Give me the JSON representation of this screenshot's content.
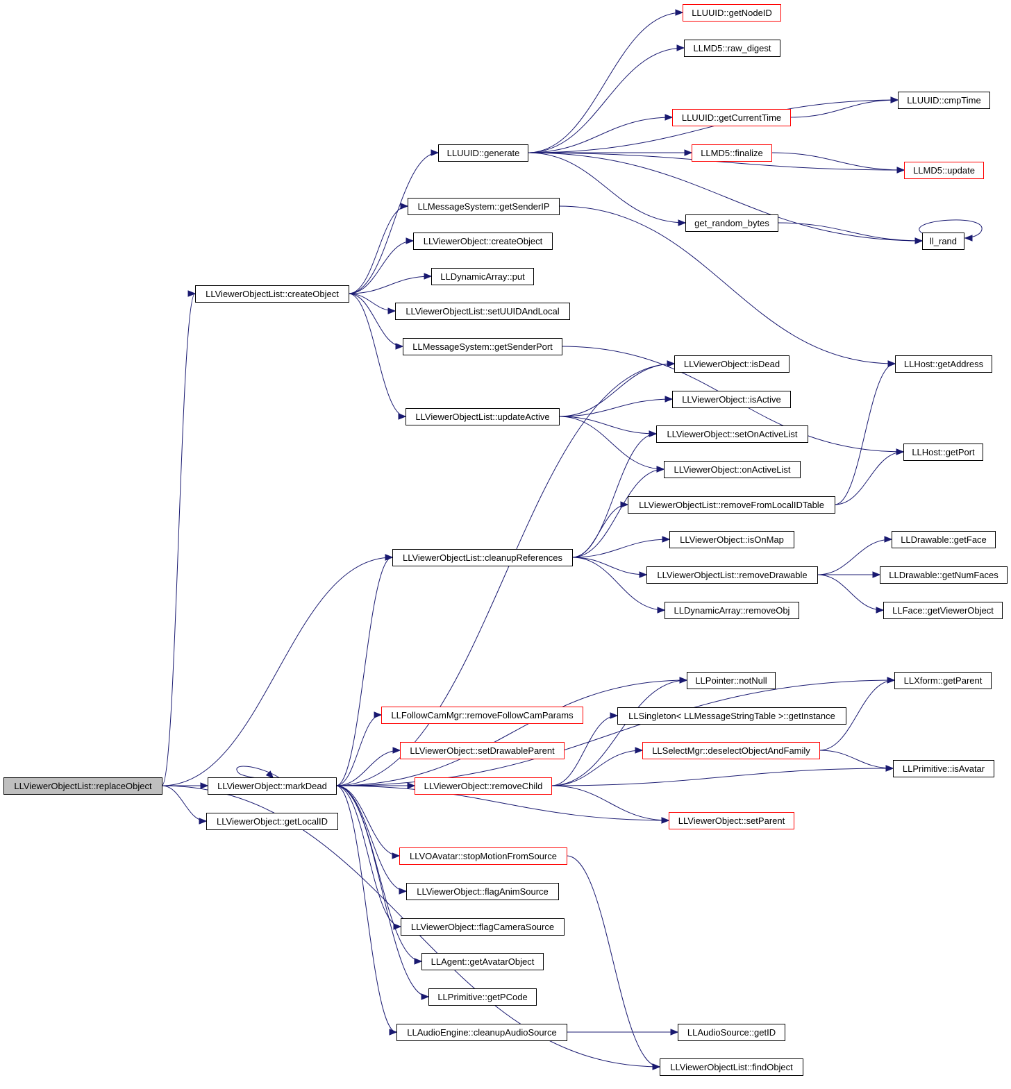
{
  "colors": {
    "edge": "#191970",
    "border_normal": "#000000",
    "border_external": "#ff0000",
    "fill_normal": "#ffffff",
    "fill_root": "#bfbfbf"
  },
  "nodes": [
    {
      "id": "root",
      "label": "LLViewerObjectList::replaceObject",
      "style": "root"
    },
    {
      "id": "createObjectList",
      "label": "LLViewerObjectList::createObject",
      "style": "normal"
    },
    {
      "id": "markDead",
      "label": "LLViewerObject::markDead",
      "style": "normal"
    },
    {
      "id": "getLocalID",
      "label": "LLViewerObject::getLocalID",
      "style": "normal"
    },
    {
      "id": "cleanupRefs",
      "label": "LLViewerObjectList::cleanupReferences",
      "style": "normal"
    },
    {
      "id": "findObject",
      "label": "LLViewerObjectList::findObject",
      "style": "normal"
    },
    {
      "id": "uuidGenerate",
      "label": "LLUUID::generate",
      "style": "normal"
    },
    {
      "id": "getSenderIP",
      "label": "LLMessageSystem::getSenderIP",
      "style": "normal"
    },
    {
      "id": "voCreateObject",
      "label": "LLViewerObject::createObject",
      "style": "normal"
    },
    {
      "id": "dynPut",
      "label": "LLDynamicArray::put",
      "style": "normal"
    },
    {
      "id": "setUUIDAndLocal",
      "label": "LLViewerObjectList::setUUIDAndLocal",
      "style": "normal"
    },
    {
      "id": "getSenderPort",
      "label": "LLMessageSystem::getSenderPort",
      "style": "normal"
    },
    {
      "id": "updateActive",
      "label": "LLViewerObjectList::updateActive",
      "style": "normal"
    },
    {
      "id": "getNodeID",
      "label": "LLUUID::getNodeID",
      "style": "external"
    },
    {
      "id": "rawDigest",
      "label": "LLMD5::raw_digest",
      "style": "normal"
    },
    {
      "id": "cmpTime",
      "label": "LLUUID::cmpTime",
      "style": "normal"
    },
    {
      "id": "getCurrentTime",
      "label": "LLUUID::getCurrentTime",
      "style": "external"
    },
    {
      "id": "md5Finalize",
      "label": "LLMD5::finalize",
      "style": "external"
    },
    {
      "id": "md5Update",
      "label": "LLMD5::update",
      "style": "external"
    },
    {
      "id": "getRandomBytes",
      "label": "get_random_bytes",
      "style": "normal"
    },
    {
      "id": "llRand",
      "label": "ll_rand",
      "style": "normal"
    },
    {
      "id": "hostGetAddress",
      "label": "LLHost::getAddress",
      "style": "normal"
    },
    {
      "id": "hostGetPort",
      "label": "LLHost::getPort",
      "style": "normal"
    },
    {
      "id": "isDead",
      "label": "LLViewerObject::isDead",
      "style": "normal"
    },
    {
      "id": "isActive",
      "label": "LLViewerObject::isActive",
      "style": "normal"
    },
    {
      "id": "setOnActiveList",
      "label": "LLViewerObject::setOnActiveList",
      "style": "normal"
    },
    {
      "id": "onActiveList",
      "label": "LLViewerObject::onActiveList",
      "style": "normal"
    },
    {
      "id": "removeFromLocalIDTable",
      "label": "LLViewerObjectList::removeFromLocalIDTable",
      "style": "normal"
    },
    {
      "id": "isOnMap",
      "label": "LLViewerObject::isOnMap",
      "style": "normal"
    },
    {
      "id": "removeDrawable",
      "label": "LLViewerObjectList::removeDrawable",
      "style": "normal"
    },
    {
      "id": "removeObj",
      "label": "LLDynamicArray::removeObj",
      "style": "normal"
    },
    {
      "id": "getFace",
      "label": "LLDrawable::getFace",
      "style": "normal"
    },
    {
      "id": "getNumFaces",
      "label": "LLDrawable::getNumFaces",
      "style": "normal"
    },
    {
      "id": "getViewerObject",
      "label": "LLFace::getViewerObject",
      "style": "normal"
    },
    {
      "id": "notNull",
      "label": "LLPointer::notNull",
      "style": "normal"
    },
    {
      "id": "xformGetParent",
      "label": "LLXform::getParent",
      "style": "normal"
    },
    {
      "id": "removeFollowCam",
      "label": "LLFollowCamMgr::removeFollowCamParams",
      "style": "external"
    },
    {
      "id": "singletonGetInstance",
      "label": "LLSingleton< LLMessageStringTable >::getInstance",
      "style": "normal"
    },
    {
      "id": "setDrawableParent",
      "label": "LLViewerObject::setDrawableParent",
      "style": "external"
    },
    {
      "id": "deselectObjectAndFamily",
      "label": "LLSelectMgr::deselectObjectAndFamily",
      "style": "external"
    },
    {
      "id": "removeChild",
      "label": "LLViewerObject::removeChild",
      "style": "external"
    },
    {
      "id": "isAvatar",
      "label": "LLPrimitive::isAvatar",
      "style": "normal"
    },
    {
      "id": "setParent",
      "label": "LLViewerObject::setParent",
      "style": "external"
    },
    {
      "id": "stopMotionFromSource",
      "label": "LLVOAvatar::stopMotionFromSource",
      "style": "external"
    },
    {
      "id": "flagAnimSource",
      "label": "LLViewerObject::flagAnimSource",
      "style": "normal"
    },
    {
      "id": "flagCameraSource",
      "label": "LLViewerObject::flagCameraSource",
      "style": "normal"
    },
    {
      "id": "getAvatarObject",
      "label": "LLAgent::getAvatarObject",
      "style": "normal"
    },
    {
      "id": "getPCode",
      "label": "LLPrimitive::getPCode",
      "style": "normal"
    },
    {
      "id": "cleanupAudioSource",
      "label": "LLAudioEngine::cleanupAudioSource",
      "style": "normal"
    },
    {
      "id": "audioGetID",
      "label": "LLAudioSource::getID",
      "style": "normal"
    }
  ],
  "edges": [
    {
      "from": "root",
      "to": "createObjectList"
    },
    {
      "from": "root",
      "to": "cleanupRefs"
    },
    {
      "from": "root",
      "to": "markDead"
    },
    {
      "from": "root",
      "to": "getLocalID"
    },
    {
      "from": "root",
      "to": "findObject"
    },
    {
      "from": "createObjectList",
      "to": "uuidGenerate"
    },
    {
      "from": "createObjectList",
      "to": "getSenderIP"
    },
    {
      "from": "createObjectList",
      "to": "voCreateObject"
    },
    {
      "from": "createObjectList",
      "to": "dynPut"
    },
    {
      "from": "createObjectList",
      "to": "setUUIDAndLocal"
    },
    {
      "from": "createObjectList",
      "to": "getSenderPort"
    },
    {
      "from": "createObjectList",
      "to": "updateActive"
    },
    {
      "from": "uuidGenerate",
      "to": "getNodeID"
    },
    {
      "from": "uuidGenerate",
      "to": "rawDigest"
    },
    {
      "from": "uuidGenerate",
      "to": "cmpTime"
    },
    {
      "from": "uuidGenerate",
      "to": "getCurrentTime"
    },
    {
      "from": "uuidGenerate",
      "to": "md5Finalize"
    },
    {
      "from": "uuidGenerate",
      "to": "md5Update"
    },
    {
      "from": "uuidGenerate",
      "to": "getRandomBytes"
    },
    {
      "from": "uuidGenerate",
      "to": "llRand"
    },
    {
      "from": "getCurrentTime",
      "to": "cmpTime"
    },
    {
      "from": "md5Finalize",
      "to": "md5Update"
    },
    {
      "from": "getRandomBytes",
      "to": "llRand"
    },
    {
      "from": "llRand",
      "to": "llRand"
    },
    {
      "from": "getSenderIP",
      "to": "hostGetAddress"
    },
    {
      "from": "getSenderPort",
      "to": "hostGetPort"
    },
    {
      "from": "updateActive",
      "to": "isDead"
    },
    {
      "from": "updateActive",
      "to": "isActive"
    },
    {
      "from": "updateActive",
      "to": "setOnActiveList"
    },
    {
      "from": "updateActive",
      "to": "onActiveList"
    },
    {
      "from": "cleanupRefs",
      "to": "setOnActiveList"
    },
    {
      "from": "cleanupRefs",
      "to": "onActiveList"
    },
    {
      "from": "cleanupRefs",
      "to": "removeFromLocalIDTable"
    },
    {
      "from": "cleanupRefs",
      "to": "isOnMap"
    },
    {
      "from": "cleanupRefs",
      "to": "removeDrawable"
    },
    {
      "from": "cleanupRefs",
      "to": "removeObj"
    },
    {
      "from": "removeFromLocalIDTable",
      "to": "hostGetAddress"
    },
    {
      "from": "removeFromLocalIDTable",
      "to": "hostGetPort"
    },
    {
      "from": "removeDrawable",
      "to": "getFace"
    },
    {
      "from": "removeDrawable",
      "to": "getNumFaces"
    },
    {
      "from": "removeDrawable",
      "to": "getViewerObject"
    },
    {
      "from": "markDead",
      "to": "markDead"
    },
    {
      "from": "markDead",
      "to": "isDead"
    },
    {
      "from": "markDead",
      "to": "cleanupRefs"
    },
    {
      "from": "markDead",
      "to": "xformGetParent"
    },
    {
      "from": "markDead",
      "to": "notNull"
    },
    {
      "from": "markDead",
      "to": "removeFollowCam"
    },
    {
      "from": "markDead",
      "to": "setDrawableParent"
    },
    {
      "from": "markDead",
      "to": "removeChild"
    },
    {
      "from": "markDead",
      "to": "setParent"
    },
    {
      "from": "markDead",
      "to": "stopMotionFromSource"
    },
    {
      "from": "markDead",
      "to": "flagAnimSource"
    },
    {
      "from": "markDead",
      "to": "flagCameraSource"
    },
    {
      "from": "markDead",
      "to": "getAvatarObject"
    },
    {
      "from": "markDead",
      "to": "getPCode"
    },
    {
      "from": "markDead",
      "to": "cleanupAudioSource"
    },
    {
      "from": "removeChild",
      "to": "notNull"
    },
    {
      "from": "removeChild",
      "to": "singletonGetInstance"
    },
    {
      "from": "removeChild",
      "to": "deselectObjectAndFamily"
    },
    {
      "from": "removeChild",
      "to": "isAvatar"
    },
    {
      "from": "removeChild",
      "to": "setParent"
    },
    {
      "from": "deselectObjectAndFamily",
      "to": "xformGetParent"
    },
    {
      "from": "deselectObjectAndFamily",
      "to": "isAvatar"
    },
    {
      "from": "stopMotionFromSource",
      "to": "findObject"
    },
    {
      "from": "cleanupAudioSource",
      "to": "audioGetID"
    }
  ]
}
